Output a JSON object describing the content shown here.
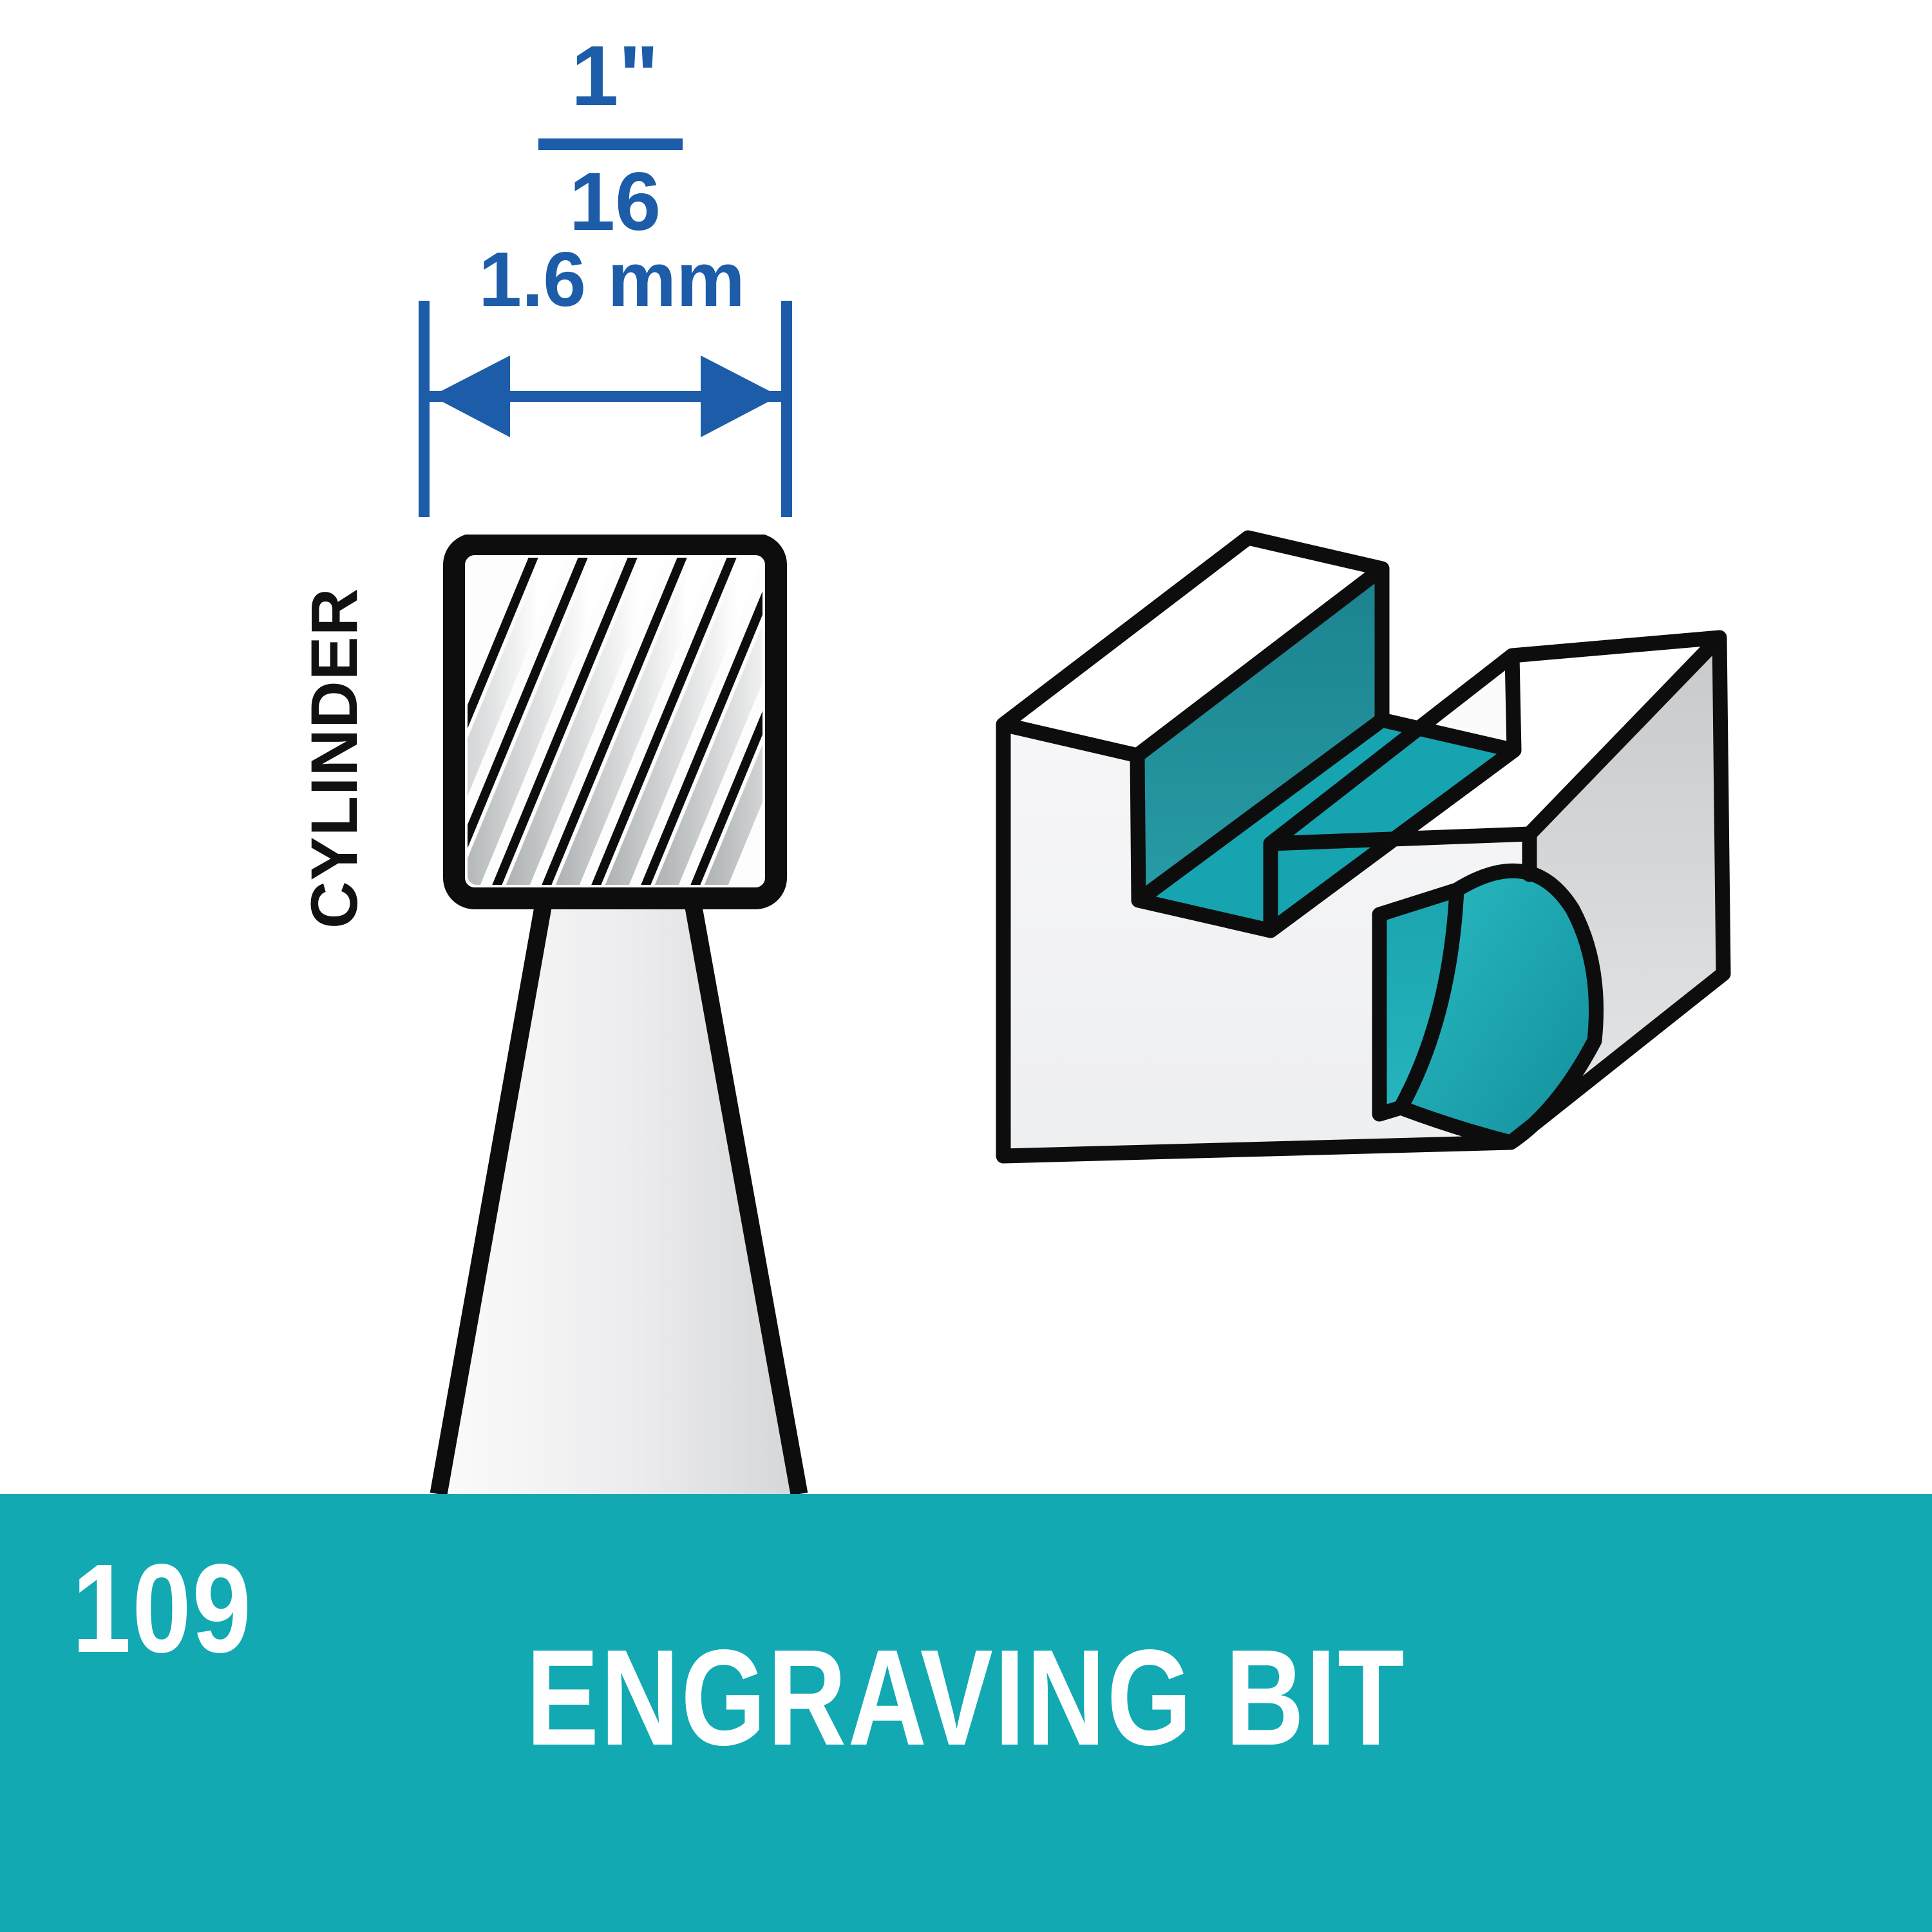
{
  "canvas": {
    "background": "#ffffff"
  },
  "dimension_callout": {
    "numerator": "1\"",
    "denominator": "16",
    "metric": "1.6 mm",
    "accent_color": "#1d5ca8"
  },
  "bit": {
    "shape_label": "CYLINDER",
    "label_color": "#111111",
    "outline_color": "#0d0d0d"
  },
  "sample_block": {
    "cut_dark": "#1b828e",
    "cut_mid": "#1f97a1",
    "cut_bright": "#16a5b0",
    "face_top": "#ffffff",
    "face_front": "#f4f4f6",
    "face_side": "#d5d7d9"
  },
  "footer": {
    "model_number": "109",
    "product_name": "ENGRAVING BIT",
    "band_color": "#12a9b2",
    "text_color": "#ffffff"
  }
}
